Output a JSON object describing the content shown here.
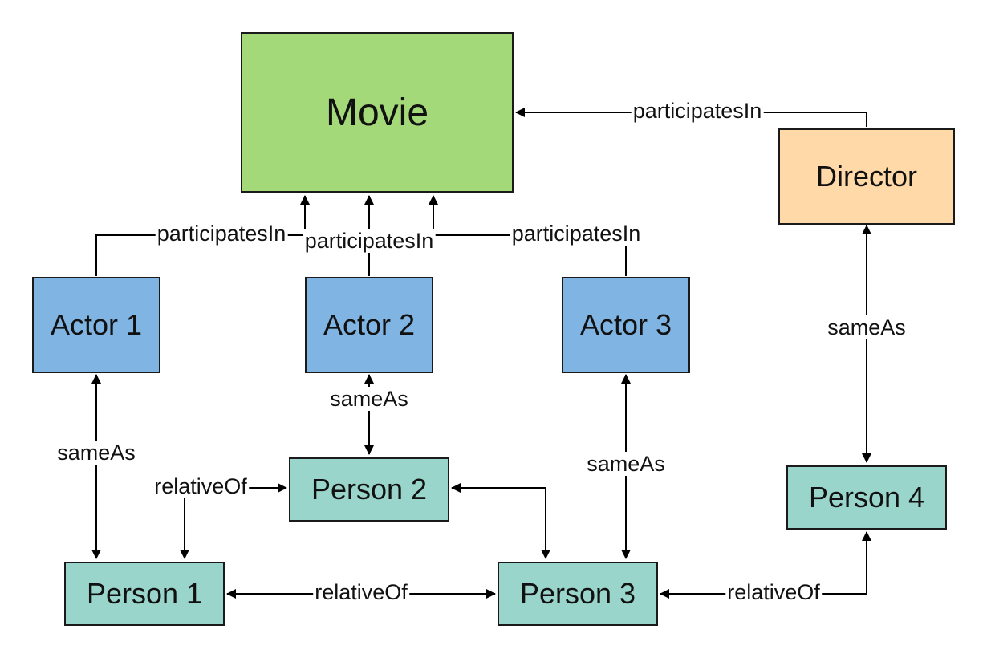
{
  "nodes": {
    "movie": {
      "label": "Movie",
      "color": "#a4d97a"
    },
    "director": {
      "label": "Director",
      "color": "#ffd9a8"
    },
    "actor1": {
      "label": "Actor 1",
      "color": "#80b4e3"
    },
    "actor2": {
      "label": "Actor 2",
      "color": "#80b4e3"
    },
    "actor3": {
      "label": "Actor 3",
      "color": "#80b4e3"
    },
    "person1": {
      "label": "Person 1",
      "color": "#99d5cb"
    },
    "person2": {
      "label": "Person 2",
      "color": "#99d5cb"
    },
    "person3": {
      "label": "Person 3",
      "color": "#99d5cb"
    },
    "person4": {
      "label": "Person 4",
      "color": "#99d5cb"
    }
  },
  "edges": {
    "director_movie": "participatesIn",
    "actor1_movie": "participatesIn",
    "actor2_movie": "participatesIn",
    "actor3_movie": "participatesIn",
    "director_person4": "sameAs",
    "actor1_person1": "sameAs",
    "actor2_person2": "sameAs",
    "actor3_person3": "sameAs",
    "person1_person2": "relativeOf",
    "person1_person3": "relativeOf",
    "person3_person4": "relativeOf"
  }
}
